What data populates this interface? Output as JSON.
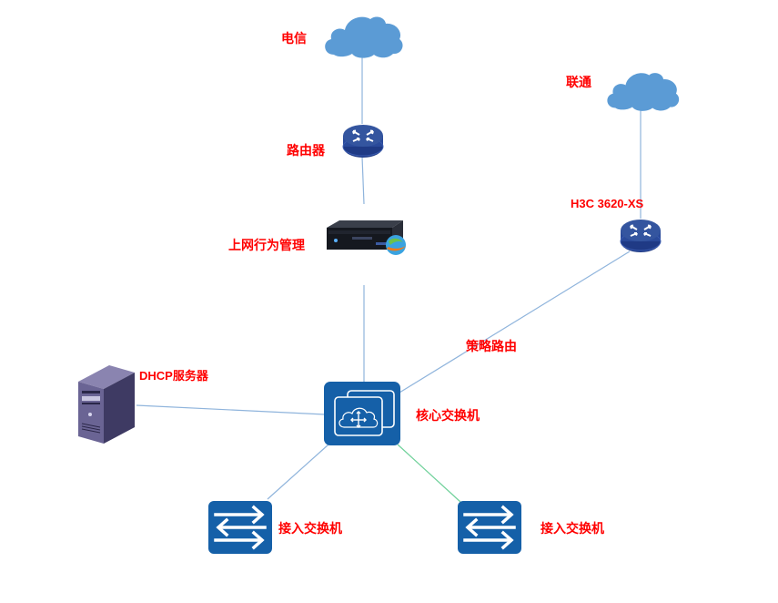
{
  "diagram": {
    "type": "network-topology",
    "nodes": {
      "isp_telecom": {
        "label": "电信",
        "kind": "cloud",
        "icon": "cloud-icon"
      },
      "isp_unicom": {
        "label": "联通",
        "kind": "cloud",
        "icon": "cloud-icon"
      },
      "router": {
        "label": "路由器",
        "kind": "router",
        "icon": "router-icon"
      },
      "behavior_mgmt": {
        "label": "上网行为管理",
        "kind": "appliance",
        "icon": "server-appliance-icon"
      },
      "h3c_router": {
        "label": "H3C 3620-XS",
        "kind": "router",
        "icon": "router-icon"
      },
      "core_switch": {
        "label": "核心交换机",
        "kind": "core-switch",
        "icon": "cloud-switch-icon"
      },
      "dhcp_server": {
        "label": "DHCP服务器",
        "kind": "server",
        "icon": "tower-server-icon"
      },
      "access_switch_1": {
        "label": "接入交换机",
        "kind": "access-switch",
        "icon": "switch-arrows-icon"
      },
      "access_switch_2": {
        "label": "接入交换机",
        "kind": "access-switch",
        "icon": "switch-arrows-icon"
      }
    },
    "links": [
      {
        "from": "isp_telecom",
        "to": "router",
        "color": "#8fb4dc"
      },
      {
        "from": "router",
        "to": "behavior_mgmt",
        "color": "#8fb4dc"
      },
      {
        "from": "behavior_mgmt",
        "to": "core_switch",
        "color": "#8fb4dc"
      },
      {
        "from": "isp_unicom",
        "to": "h3c_router",
        "color": "#8fb4dc"
      },
      {
        "from": "h3c_router",
        "to": "core_switch",
        "color": "#8fb4dc",
        "label": "策略路由"
      },
      {
        "from": "dhcp_server",
        "to": "core_switch",
        "color": "#8fb4dc"
      },
      {
        "from": "core_switch",
        "to": "access_switch_1",
        "color": "#8fb4dc"
      },
      {
        "from": "core_switch",
        "to": "access_switch_2",
        "color": "#6fd19a"
      }
    ],
    "link_labels": {
      "policy_route": "策略路由"
    },
    "colors": {
      "label_text": "#ff0000",
      "cloud": "#5b9bd5",
      "router_body": "#2c4a9a",
      "switch_body": "#1560a8",
      "link": "#8fb4dc",
      "link_green": "#6fd19a"
    }
  }
}
